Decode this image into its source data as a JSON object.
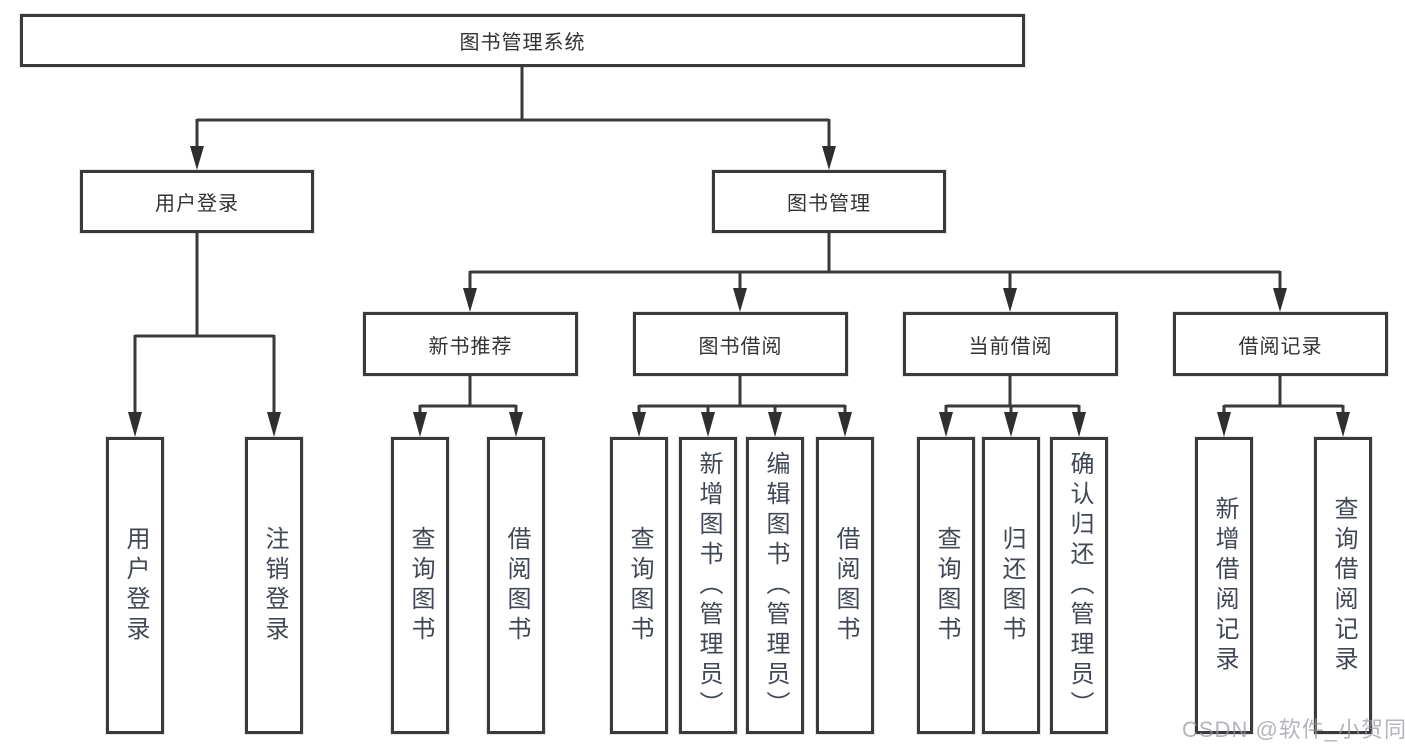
{
  "tree": {
    "label": "图书管理系统",
    "children": [
      {
        "label": "用户登录",
        "children": [
          {
            "label": "用户登录"
          },
          {
            "label": "注销登录"
          }
        ]
      },
      {
        "label": "图书管理",
        "children": [
          {
            "label": "新书推荐",
            "children": [
              {
                "label": "查询图书"
              },
              {
                "label": "借阅图书"
              }
            ]
          },
          {
            "label": "图书借阅",
            "children": [
              {
                "label": "查询图书"
              },
              {
                "label": "新增图书（管理员）"
              },
              {
                "label": "编辑图书（管理员）"
              },
              {
                "label": "借阅图书"
              }
            ]
          },
          {
            "label": "当前借阅",
            "children": [
              {
                "label": "查询图书"
              },
              {
                "label": "归还图书"
              },
              {
                "label": "确认归还（管理员）"
              }
            ]
          },
          {
            "label": "借阅记录",
            "children": [
              {
                "label": "新增借阅记录"
              },
              {
                "label": "查询借阅记录"
              }
            ]
          }
        ]
      }
    ]
  },
  "watermark": {
    "text": "CSDN @软件_小贺同学"
  },
  "colors": {
    "line": "#3a3a3a",
    "box_border": "#3a3a3a",
    "label_text": "#333333",
    "leaf_text": "#414855",
    "watermark": "#9aa0a8",
    "background": "#ffffff"
  }
}
